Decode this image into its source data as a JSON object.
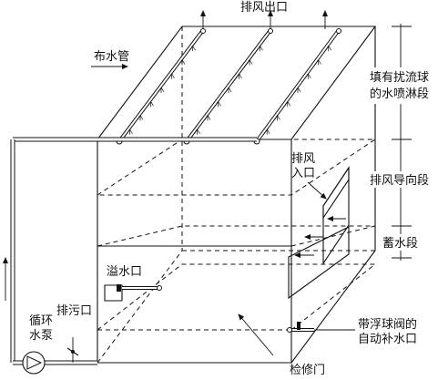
{
  "labels": {
    "exhaust_outlet": "排风出口",
    "water_distribution_pipe": "布水管",
    "spray_section_line1": "填有扰流球",
    "spray_section_line2": "的水喷淋段",
    "exhaust_inlet_line1": "排风",
    "exhaust_inlet_line2": "入口",
    "exhaust_guide_section": "排风导向段",
    "water_storage_section": "蓄水段",
    "overflow_port": "溢水口",
    "drain_port": "排污口",
    "circulation_pump_line1": "循环",
    "circulation_pump_line2": "水泵",
    "float_valve_line1": "带浮球阀的",
    "float_valve_line2": "自动补水口",
    "access_door": "检修门"
  },
  "colors": {
    "line": "#111111",
    "background": "#ffffff"
  }
}
